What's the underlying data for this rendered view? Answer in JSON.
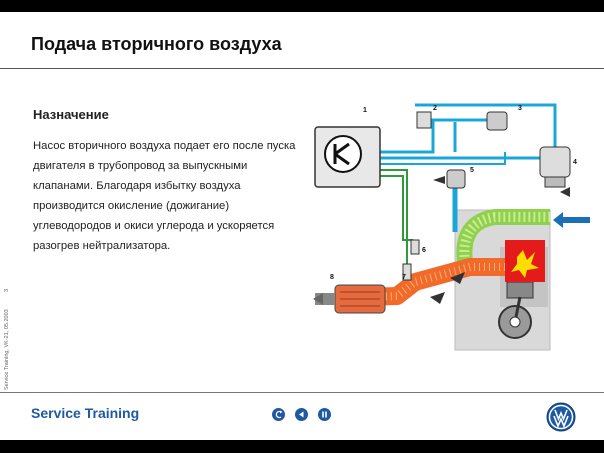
{
  "header": {
    "title": "Подача вторичного воздуха"
  },
  "content": {
    "heading": "Назначение",
    "paragraph": "Насос вторичного воздуха подает его после пуска двигателя в трубопровод за выпускными клапанами. Благодаря избытку воздуха производится окисление (дожигание) углеводородов и окиси углерода и ускоряется разогрев нейтрализатора."
  },
  "sidebar": {
    "page_number": "3",
    "note": "Service Training, VK-21, 05.2003"
  },
  "diagram": {
    "callouts": [
      "1",
      "2",
      "3",
      "4",
      "5",
      "6",
      "7",
      "8"
    ]
  },
  "footer": {
    "title": "Service Training",
    "nav_icons": [
      "back-icon",
      "previous-icon",
      "pause-icon"
    ],
    "logo": "vw-logo"
  },
  "colors": {
    "brand_blue": "#1e5aa3",
    "pipe_blue": "#1aa7d8",
    "pipe_green": "#2e9a3c",
    "exhaust_orange": "#f26a2a"
  }
}
